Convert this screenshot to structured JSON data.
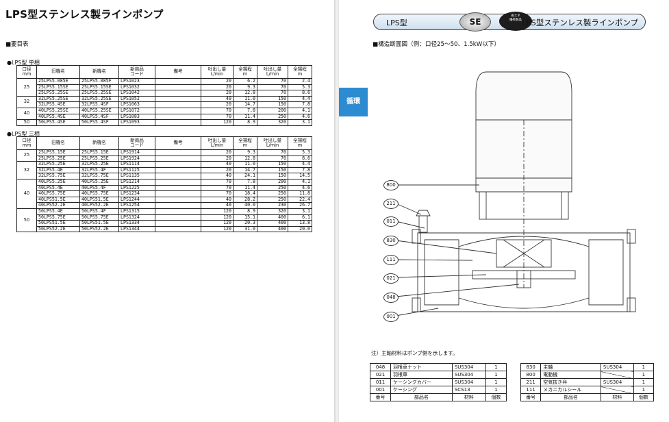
{
  "left": {
    "title": "LPS型ステンレス製ラインポンプ",
    "summary_heading": "■要目表",
    "single_phase": {
      "heading": "●LPS型 単相",
      "headers": {
        "bore": "口径\nmm",
        "old": "旧機名",
        "new": "新機名",
        "code": "新商品\nコード",
        "note": "備考",
        "flow": "吐出し量\nL/min",
        "head": "全揚程\nm",
        "flow2": "吐出し量\nL/min",
        "head2": "全揚程\nm"
      },
      "groups": [
        {
          "bore": "25",
          "rows": [
            {
              "old": "25LPS5.085E",
              "new": "25LPS5.085F",
              "code": "LPS1023",
              "flow": "20",
              "head": "6.2",
              "flow2": "70",
              "head2": "2.4"
            },
            {
              "old": "25LPS5.15SE",
              "new": "25LPS5.15SE",
              "code": "LPS1032",
              "flow": "20",
              "head": "9.3",
              "flow2": "70",
              "head2": "5.3"
            },
            {
              "old": "25LPS5.25SE",
              "new": "25LPS5.25SE",
              "code": "LPS1042",
              "flow": "20",
              "head": "12.8",
              "flow2": "70",
              "head2": "8.6"
            }
          ]
        },
        {
          "bore": "32",
          "rows": [
            {
              "old": "32LPS5.25SE",
              "new": "32LPS5.25SE",
              "code": "LPS1052",
              "flow": "40",
              "head": "11.0",
              "flow2": "150",
              "head2": "4.4"
            },
            {
              "old": "32LPS5.4SE",
              "new": "32LPS5.4SF",
              "code": "LPS1063",
              "flow": "20",
              "head": "14.7",
              "flow2": "150",
              "head2": "7.8"
            }
          ]
        },
        {
          "bore": "40",
          "rows": [
            {
              "old": "40LPS5.25SE",
              "new": "40LPS5.25SE",
              "code": "LPS1072",
              "flow": "70",
              "head": "7.8",
              "flow2": "200",
              "head2": "4.1"
            },
            {
              "old": "40LPS5.4SE",
              "new": "40LPS5.4SF",
              "code": "LPS1083",
              "flow": "70",
              "head": "11.4",
              "flow2": "250",
              "head2": "4.6"
            }
          ]
        },
        {
          "bore": "50",
          "rows": [
            {
              "old": "50LPS5.4SE",
              "new": "50LPS5.4SF",
              "code": "LPS1093",
              "flow": "120",
              "head": "8.9",
              "flow2": "320",
              "head2": "3.1"
            }
          ]
        }
      ]
    },
    "three_phase": {
      "heading": "●LPS型 三相",
      "groups": [
        {
          "bore": "25",
          "rows": [
            {
              "old": "25LPS5.15E",
              "new": "25LPS5.15E",
              "code": "LPS1914",
              "flow": "20",
              "head": "9.3",
              "flow2": "70",
              "head2": "5.3"
            },
            {
              "old": "25LPS5.25E",
              "new": "25LPS5.25E",
              "code": "LPS1924",
              "flow": "20",
              "head": "12.8",
              "flow2": "70",
              "head2": "8.6"
            }
          ]
        },
        {
          "bore": "32",
          "rows": [
            {
              "old": "32LPS5.25E",
              "new": "32LPS5.25E",
              "code": "LPS1114",
              "flow": "40",
              "head": "11.0",
              "flow2": "150",
              "head2": "4.4"
            },
            {
              "old": "32LPS5.4E",
              "new": "32LPS5.4F",
              "code": "LPS1125",
              "flow": "20",
              "head": "14.7",
              "flow2": "150",
              "head2": "7.8"
            },
            {
              "old": "32LPS5.75E",
              "new": "32LPS5.75E",
              "code": "LPS1135",
              "flow": "40",
              "head": "24.1",
              "flow2": "150",
              "head2": "14.5"
            }
          ]
        },
        {
          "bore": "40",
          "rows": [
            {
              "old": "40LPS5.25E",
              "new": "40LPS5.25E",
              "code": "LPS1214",
              "flow": "70",
              "head": "7.8",
              "flow2": "200",
              "head2": "4.1"
            },
            {
              "old": "40LPS5.4E",
              "new": "40LPS5.4F",
              "code": "LPS1225",
              "flow": "70",
              "head": "11.4",
              "flow2": "250",
              "head2": "4.6"
            },
            {
              "old": "40LPS5.75E",
              "new": "40LPS5.75E",
              "code": "LPS1234",
              "flow": "70",
              "head": "18.4",
              "flow2": "250",
              "head2": "11.8"
            },
            {
              "old": "40LPS51.5E",
              "new": "40LPS51.5E",
              "code": "LPS1244",
              "flow": "40",
              "head": "28.2",
              "flow2": "250",
              "head2": "22.4"
            },
            {
              "old": "40LPS52.2E",
              "new": "40LPS52.2E",
              "code": "LPS1254",
              "flow": "40",
              "head": "40.0",
              "flow2": "230",
              "head2": "26.7"
            }
          ]
        },
        {
          "bore": "50",
          "rows": [
            {
              "old": "50LPS5.4E",
              "new": "50LPS5.4F",
              "code": "LPS1315",
              "flow": "120",
              "head": "8.9",
              "flow2": "320",
              "head2": "3.1"
            },
            {
              "old": "50LPS5.75E",
              "new": "50LPS5.75E",
              "code": "LPS1324",
              "flow": "120",
              "head": "15.1",
              "flow2": "400",
              "head2": "6.1"
            },
            {
              "old": "50LPS51.5E",
              "new": "50LPS51.5E",
              "code": "LPS1334",
              "flow": "120",
              "head": "20.3",
              "flow2": "400",
              "head2": "13.8"
            },
            {
              "old": "50LPS52.2E",
              "new": "50LPS52.2E",
              "code": "LPS1344",
              "flow": "120",
              "head": "31.0",
              "flow2": "400",
              "head2": "20.0"
            }
          ]
        }
      ]
    }
  },
  "right": {
    "banner_left": "LPS型",
    "banner_right": "LPS型ステンレス製ラインポンプ",
    "badge_se": "SE",
    "badge_dark": "省エネ\n優秀製品",
    "section_title": "■構造断面図（例：口径25〜50、1.5kW以下）",
    "side_tab": "循環",
    "callouts": [
      "800",
      "211",
      "011",
      "830",
      "111",
      "021",
      "048",
      "001"
    ],
    "note": "注）主軸材料はポンプ側を示します。",
    "parts_left": {
      "rows": [
        {
          "no": "048",
          "name": "羽根車ナット",
          "mat": "SUS304",
          "qty": "1"
        },
        {
          "no": "021",
          "name": "羽根車",
          "mat": "SUS304",
          "qty": "1"
        },
        {
          "no": "011",
          "name": "ケーシングカバー",
          "mat": "SUS304",
          "qty": "1"
        },
        {
          "no": "001",
          "name": "ケーシング",
          "mat": "SCS13",
          "qty": "1"
        }
      ]
    },
    "parts_right": {
      "rows": [
        {
          "no": "830",
          "name": "主軸",
          "mat": "SUS304",
          "qty": "1"
        },
        {
          "no": "800",
          "name": "電動機",
          "mat": "",
          "qty": "1"
        },
        {
          "no": "211",
          "name": "空気抜き弁",
          "mat": "SUS304",
          "qty": "1"
        },
        {
          "no": "111",
          "name": "メカニカルシール",
          "mat": "",
          "qty": "1"
        }
      ]
    },
    "parts_headers": {
      "no": "番号",
      "name": "部品名",
      "mat": "材料",
      "qty": "個数"
    }
  }
}
